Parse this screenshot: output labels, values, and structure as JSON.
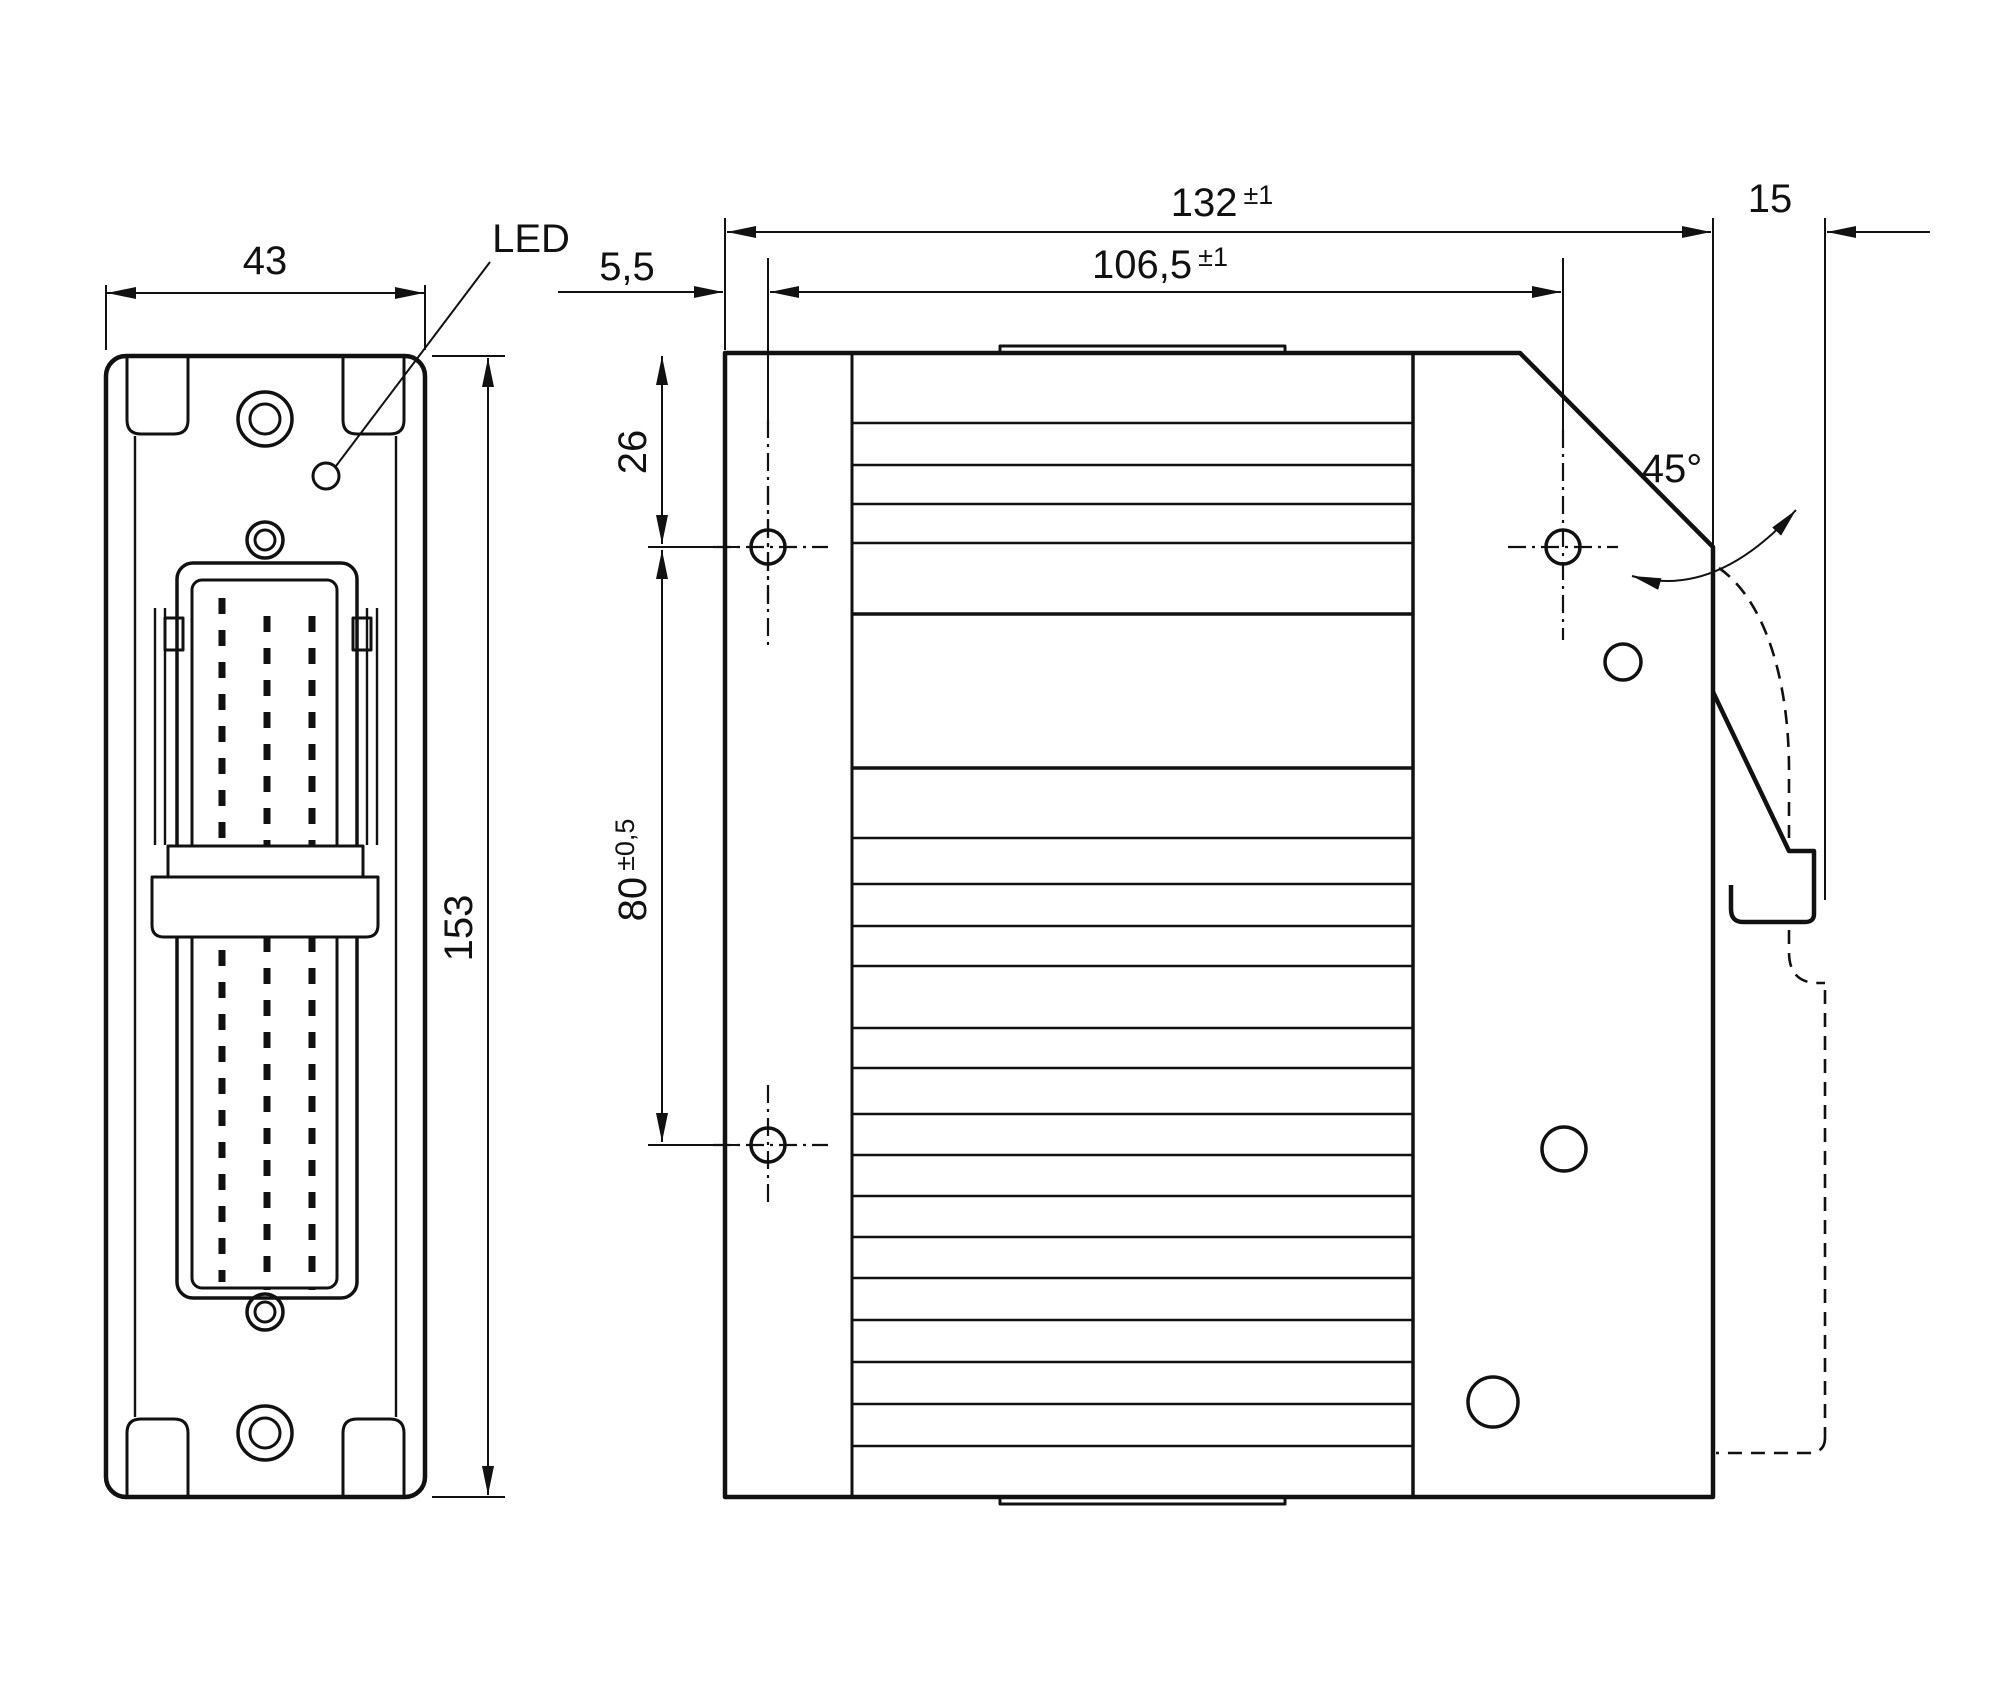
{
  "meta": {
    "background_color": "#ffffff",
    "line_color": "#111111",
    "drawing_type": "technical dimension drawing, two views of a DIN-rail mounted device"
  },
  "labels": {
    "front_width": "43",
    "front_height": "153",
    "led": "LED",
    "offset_left": "5,5",
    "hole_top_offset": "26",
    "hole_spacing": "80",
    "hole_spacing_tol": "±0,5",
    "inner_width": "106,5",
    "inner_width_tol": "±1",
    "overall_width": "132",
    "overall_width_tol": "±1",
    "din_depth": "15",
    "clip_angle": "45°"
  }
}
